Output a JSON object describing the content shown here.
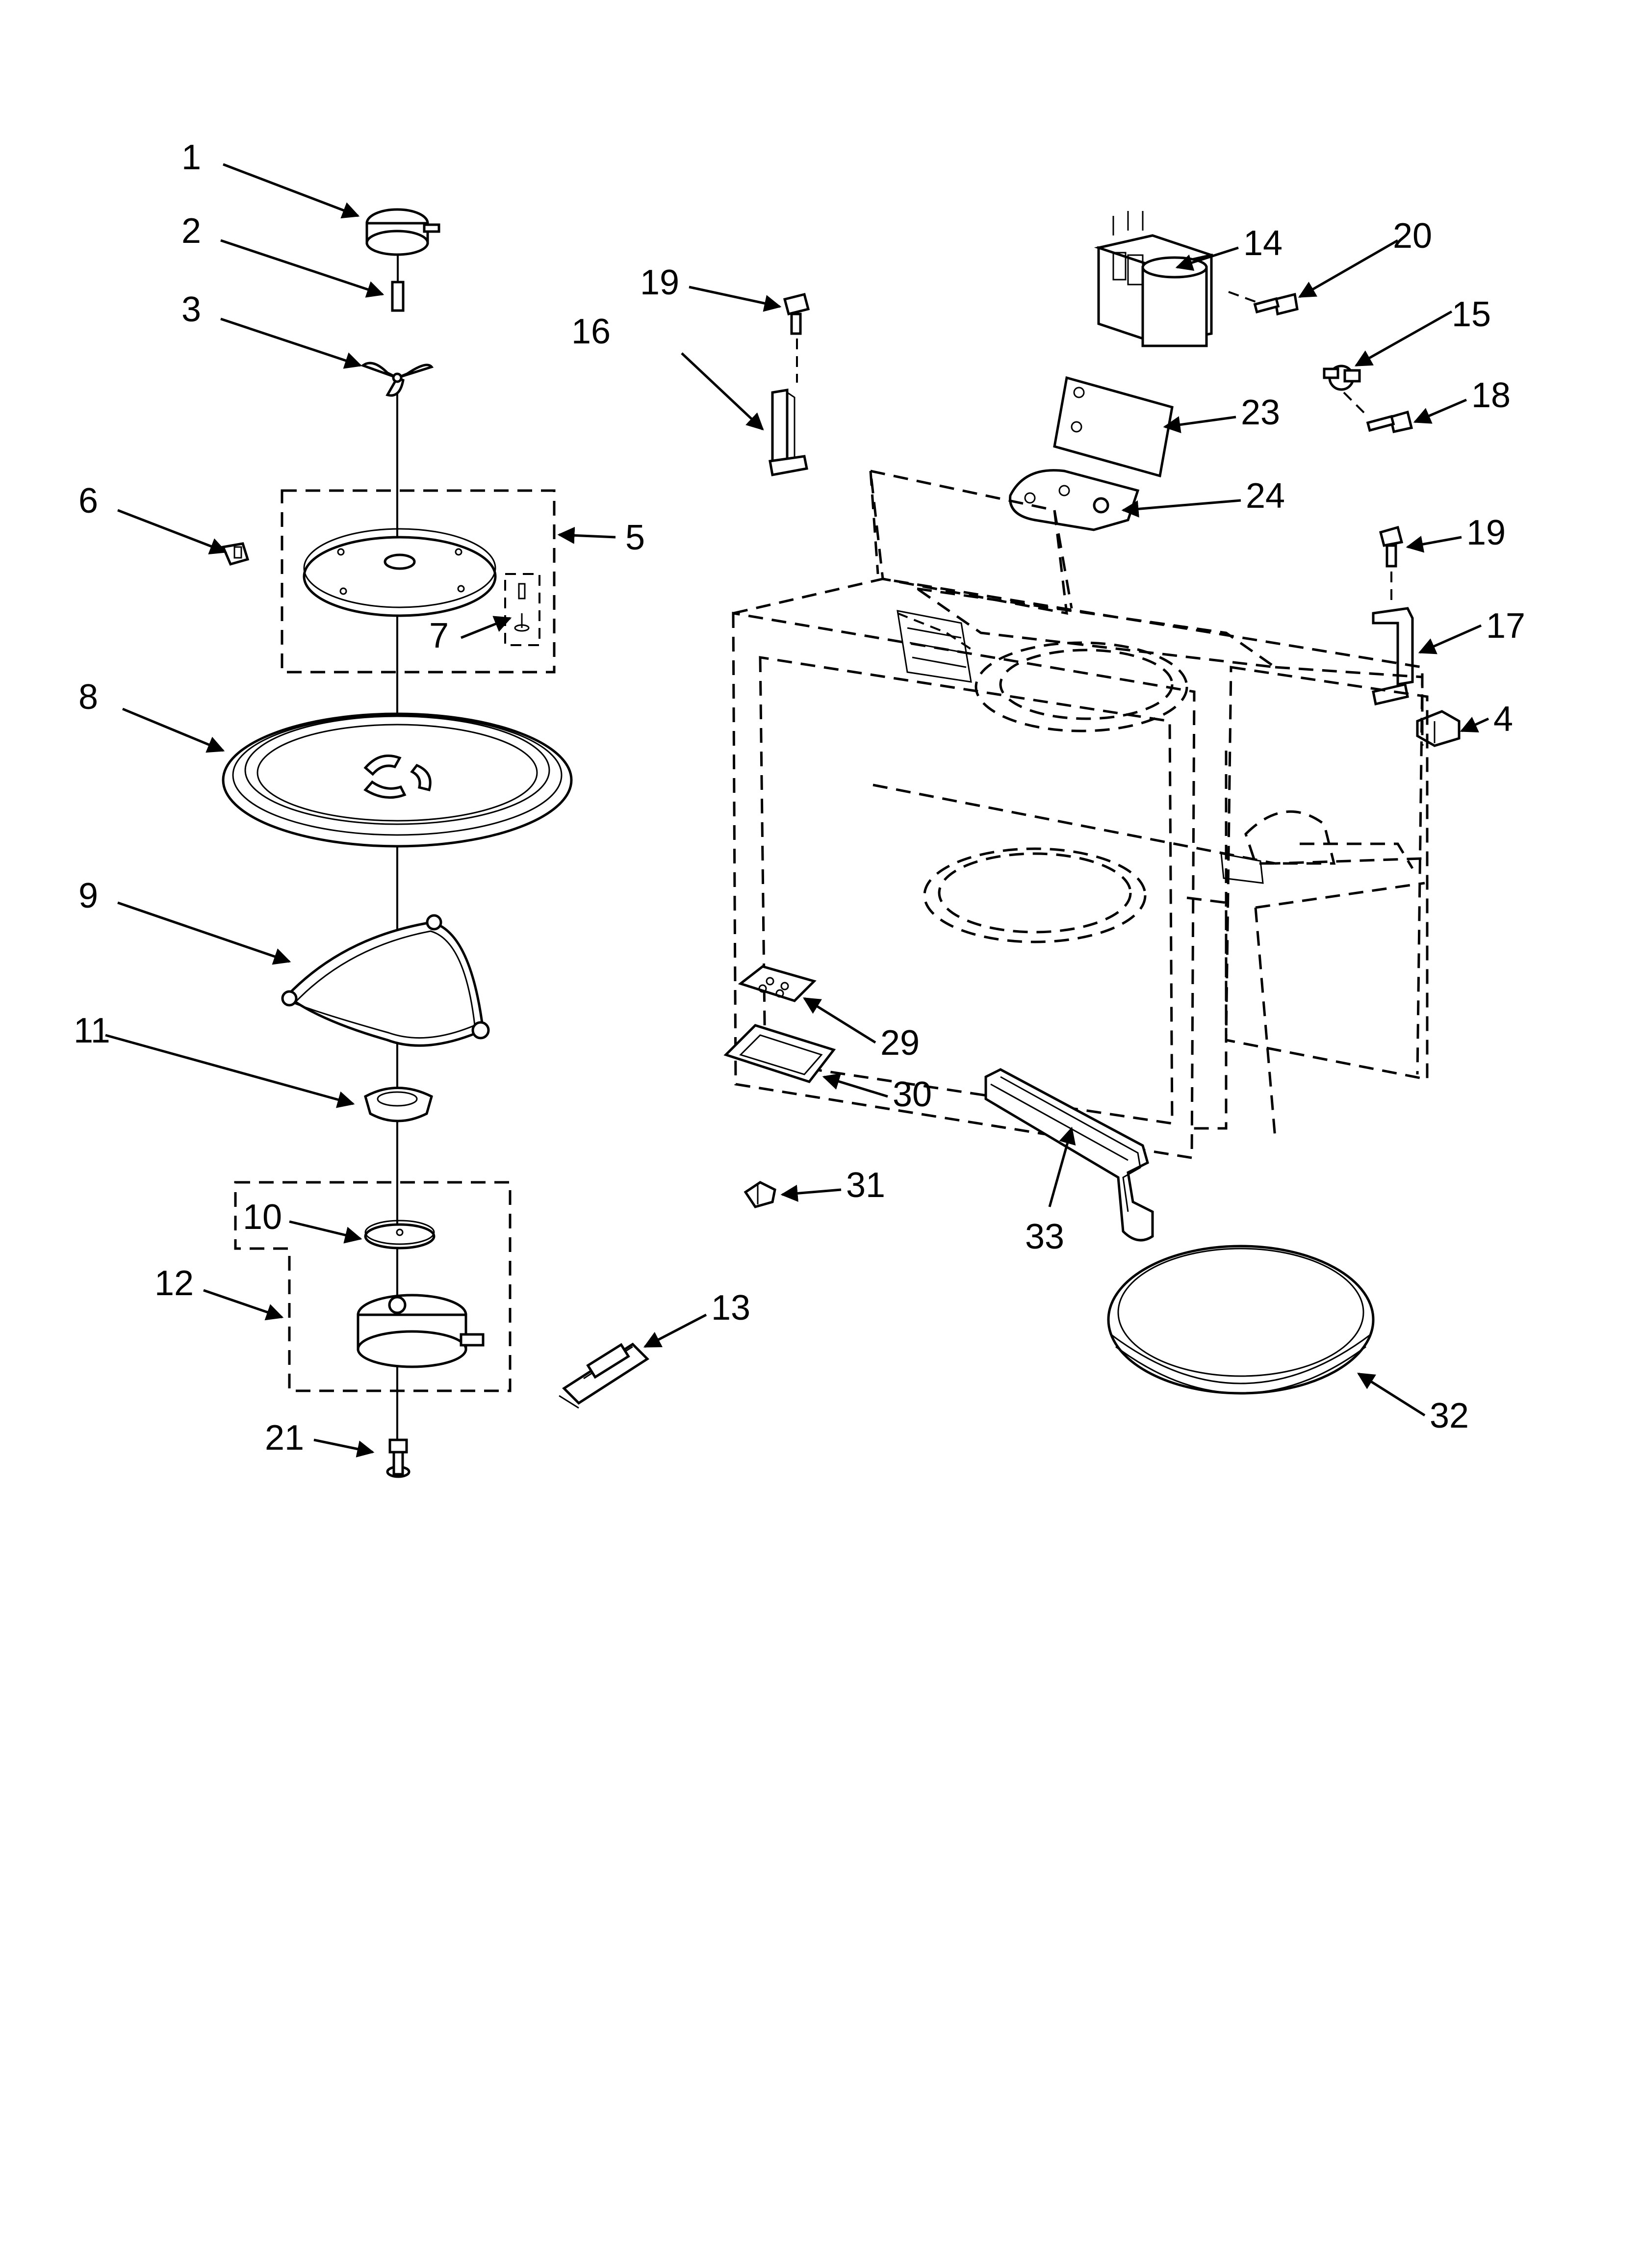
{
  "diagram": {
    "callouts": [
      {
        "id": "c1",
        "label": "1"
      },
      {
        "id": "c2",
        "label": "2"
      },
      {
        "id": "c3",
        "label": "3"
      },
      {
        "id": "c4",
        "label": "4"
      },
      {
        "id": "c5",
        "label": "5"
      },
      {
        "id": "c6",
        "label": "6"
      },
      {
        "id": "c7",
        "label": "7"
      },
      {
        "id": "c8",
        "label": "8"
      },
      {
        "id": "c9",
        "label": "9"
      },
      {
        "id": "c10",
        "label": "10"
      },
      {
        "id": "c11",
        "label": "11"
      },
      {
        "id": "c12",
        "label": "12"
      },
      {
        "id": "c13",
        "label": "13"
      },
      {
        "id": "c14",
        "label": "14"
      },
      {
        "id": "c15",
        "label": "15"
      },
      {
        "id": "c16",
        "label": "16"
      },
      {
        "id": "c17",
        "label": "17"
      },
      {
        "id": "c18",
        "label": "18"
      },
      {
        "id": "c19a",
        "label": "19"
      },
      {
        "id": "c19b",
        "label": "19"
      },
      {
        "id": "c20",
        "label": "20"
      },
      {
        "id": "c21",
        "label": "21"
      },
      {
        "id": "c23",
        "label": "23"
      },
      {
        "id": "c24",
        "label": "24"
      },
      {
        "id": "c29",
        "label": "29"
      },
      {
        "id": "c30",
        "label": "30"
      },
      {
        "id": "c31",
        "label": "31"
      },
      {
        "id": "c32",
        "label": "32"
      },
      {
        "id": "c33",
        "label": "33"
      }
    ]
  }
}
